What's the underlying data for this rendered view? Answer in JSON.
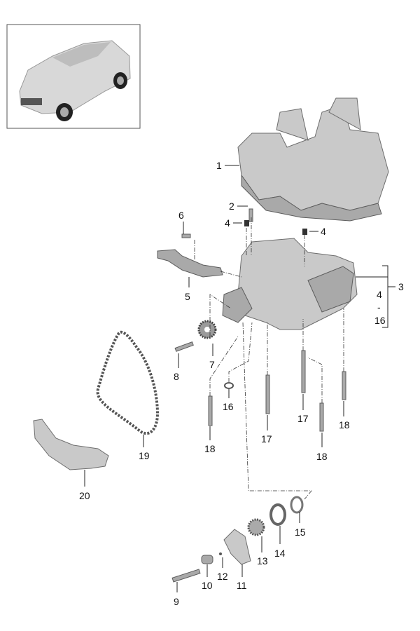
{
  "diagram": {
    "callouts": {
      "c1": "1",
      "c2": "2",
      "c4a": "4",
      "c4b": "4",
      "c6": "6",
      "c5": "5",
      "c3": "3",
      "range_start": "4",
      "range_dash": "-",
      "range_end": "16",
      "c7": "7",
      "c8": "8",
      "c16": "16",
      "c17a": "17",
      "c18a": "18",
      "c17b": "17",
      "c18b": "18",
      "c18c": "18",
      "c19": "19",
      "c20": "20",
      "c15": "15",
      "c14": "14",
      "c13": "13",
      "c12": "12",
      "c11": "11",
      "c10": "10",
      "c9": "9"
    }
  }
}
